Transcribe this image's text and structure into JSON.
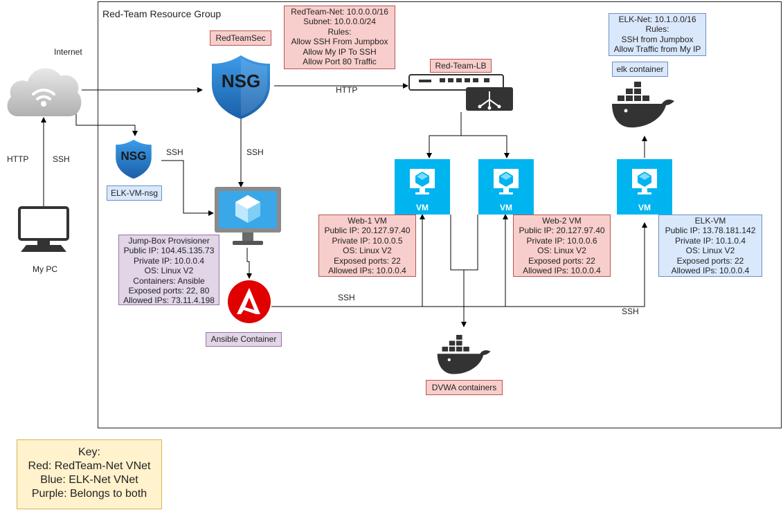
{
  "group": {
    "title": "Red-Team Resource Group"
  },
  "labels": {
    "internet": "Internet",
    "my_pc": "My PC",
    "http_left": "HTTP",
    "ssh_left": "SSH",
    "http_top": "HTTP",
    "ssh_nsg_small": "SSH",
    "ssh_mid": "SSH",
    "ssh_ansible": "SSH",
    "ssh_elk": "SSH"
  },
  "nodes": {
    "redteamsec": "RedTeamSec",
    "elk_vm_nsg": "ELK-VM-nsg",
    "red_team_lb": "Red-Team-LB",
    "elk_container": "elk container",
    "ansible_container": "Ansible Container",
    "dvwa_containers": "DVWA containers",
    "vm_label": "VM",
    "nsg_text": "NSG"
  },
  "info_boxes": {
    "redteam_net": [
      "RedTeam-Net: 10.0.0.0/16",
      "Subnet: 10.0.0.0/24",
      "Rules:",
      "Allow SSH From Jumpbox",
      "Allow My IP To SSH",
      "Allow Port 80 Traffic"
    ],
    "elk_net": [
      "ELK-Net: 10.1.0.0/16",
      "Rules:",
      "SSH from Jumpbox",
      "Allow Traffic from My IP"
    ],
    "jumpbox": [
      "Jump-Box Provisioner",
      "Public IP: 104.45.135.73",
      "Private IP: 10.0.0.4",
      "OS: Linux V2",
      "Containers: Ansible",
      "Exposed ports: 22, 80",
      "Allowed IPs: 73.11.4.198"
    ],
    "web1": [
      "Web-1 VM",
      "Public IP: 20.127.97.40",
      "Private IP: 10.0.0.5",
      "OS: Linux V2",
      "Exposed ports: 22",
      "Allowed IPs: 10.0.0.4"
    ],
    "web2": [
      "Web-2 VM",
      "Public IP: 20.127.97.40",
      "Private IP: 10.0.0.6",
      "OS: Linux V2",
      "Exposed ports: 22",
      "Allowed IPs: 10.0.0.4"
    ],
    "elk_vm": [
      "ELK-VM",
      "Public IP: 13.78.181.142",
      "Private IP: 10.1.0.4",
      "OS: Linux V2",
      "Exposed ports: 22",
      "Allowed IPs: 10.0.0.4"
    ]
  },
  "key": [
    "Key:",
    "Red: RedTeam-Net VNet",
    "Blue: ELK-Net VNet",
    "Purple: Belongs to both"
  ],
  "colors": {
    "red_fill": "#f8cecc",
    "blue_fill": "#dae8fc",
    "purple_fill": "#e1d5e7",
    "key_fill": "#fff2cc",
    "azure_vm": "#00b4f0",
    "ansible": "#e00000",
    "docker": "#333333"
  }
}
